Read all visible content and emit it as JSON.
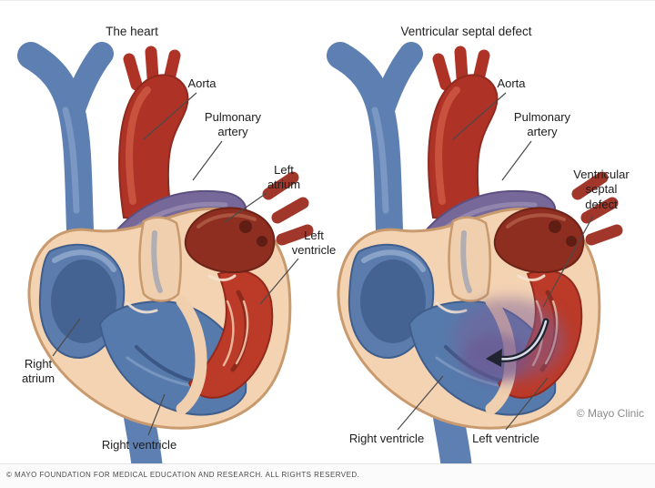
{
  "page": {
    "footer_text": "© MAYO FOUNDATION FOR MEDICAL EDUCATION AND RESEARCH. ALL RIGHTS RESERVED.",
    "credit_text": "© Mayo Clinic"
  },
  "left_diagram": {
    "title": "The heart",
    "labels": {
      "aorta": "Aorta",
      "pulmonary_artery": "Pulmonary\nartery",
      "left_atrium": "Left\natrium",
      "left_ventricle": "Left\nventricle",
      "right_atrium": "Right\natrium",
      "right_ventricle": "Right ventricle"
    }
  },
  "right_diagram": {
    "title": "Ventricular septal defect",
    "labels": {
      "aorta": "Aorta",
      "pulmonary_artery": "Pulmonary\nartery",
      "ventricular_septal_defect": "Ventricular\nseptal\ndefect",
      "right_ventricle": "Right ventricle",
      "left_ventricle": "Left ventricle"
    }
  },
  "colors": {
    "oxygenated_red": "#ae3326",
    "deoxygenated_blue": "#567aab",
    "pulmonary_purple": "#77689a",
    "heart_wall_cream": "#f4d3b3",
    "defect_shunt_purple": "#7b5f97"
  }
}
